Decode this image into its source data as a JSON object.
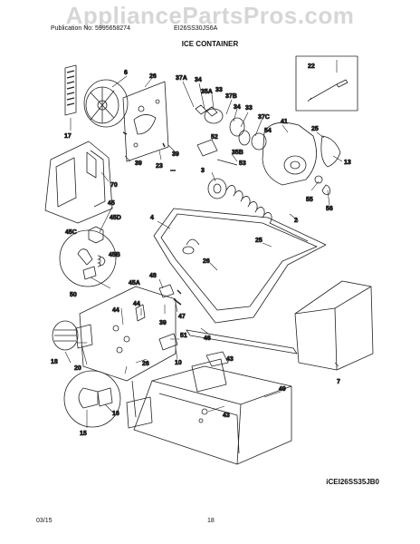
{
  "watermark": "AppliancePartsPros.com",
  "header": {
    "publication": "Publication No: 5995658274",
    "model": "EI26SS30JS6A"
  },
  "title": "ICE CONTAINER",
  "diagram_code": "iCEI26SS35JB0",
  "footer": {
    "date": "03/15",
    "page": "18"
  },
  "callouts": [
    "6",
    "26",
    "37A",
    "34",
    "35A",
    "33",
    "37B",
    "34",
    "33",
    "22",
    "17",
    "39",
    "23",
    "39",
    "52",
    "37C",
    "54",
    "41",
    "25",
    "13",
    "53",
    "35B",
    "3",
    "70",
    "55",
    "56",
    "45",
    "45D",
    "45C",
    "45B",
    "4",
    "2",
    "25",
    "26",
    "50",
    "45A",
    "48",
    "7",
    "44",
    "44",
    "39",
    "47",
    "46",
    "51",
    "18",
    "20",
    "26",
    "10",
    "43",
    "49",
    "43",
    "16",
    "15"
  ]
}
